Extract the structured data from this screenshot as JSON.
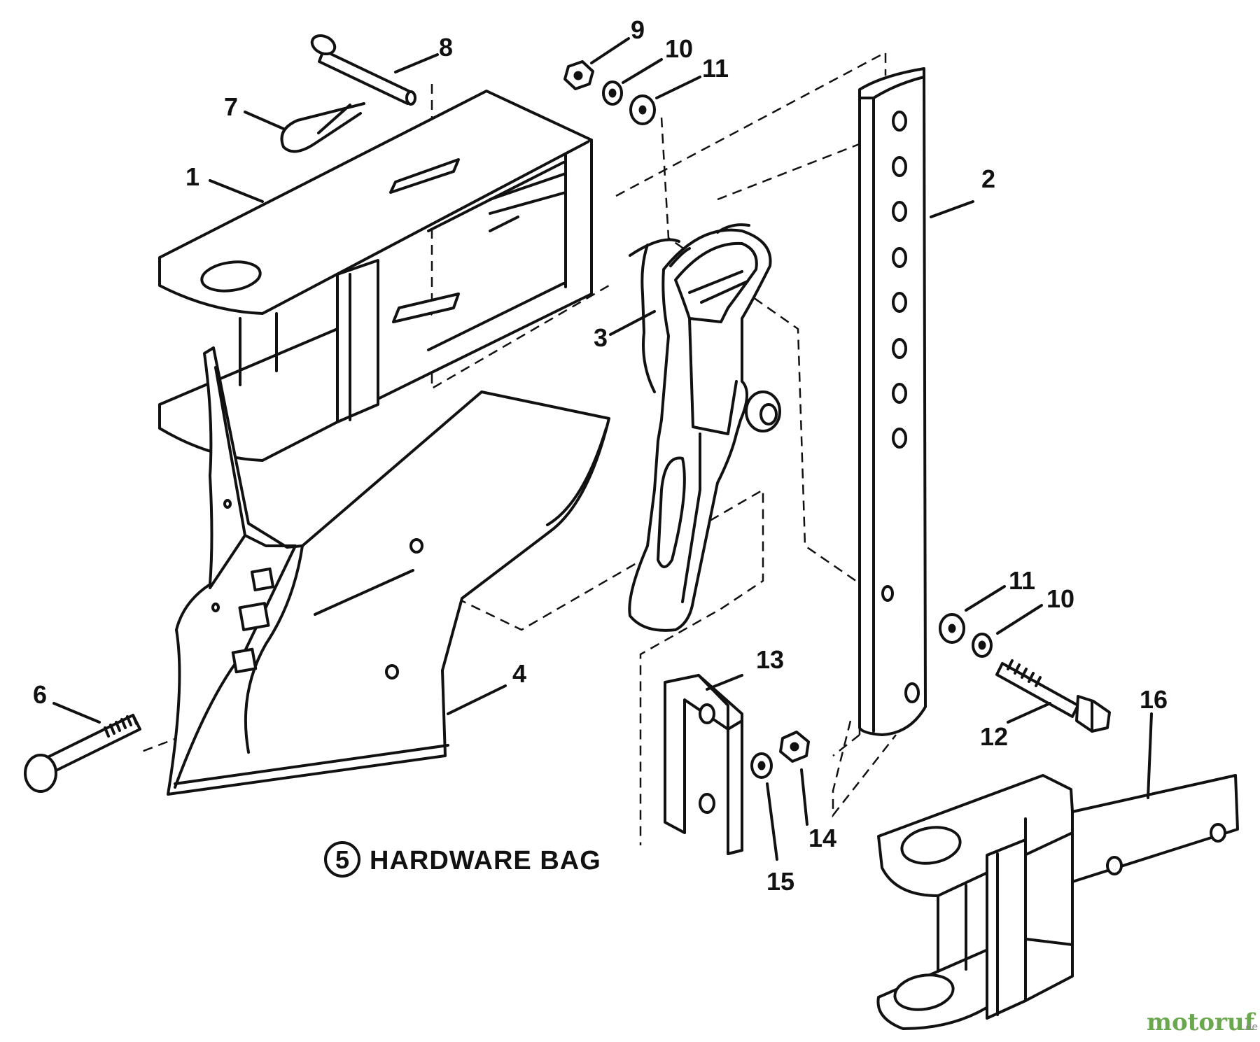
{
  "part_labels": {
    "p1": "1",
    "p2": "2",
    "p3": "3",
    "p4": "4",
    "p5": "5",
    "p6": "6",
    "p7": "7",
    "p8": "8",
    "p9": "9",
    "p10a": "10",
    "p10b": "10",
    "p11a": "11",
    "p11b": "11",
    "p12": "12",
    "p13": "13",
    "p14": "14",
    "p15": "15",
    "p16": "16"
  },
  "hardware_bag": {
    "number": "5",
    "label": "HARDWARE BAG"
  },
  "watermark": {
    "text": "motoruf",
    "suffix": ".de",
    "color_main": "#6aa84f",
    "color_accent": "#3d85c6"
  }
}
